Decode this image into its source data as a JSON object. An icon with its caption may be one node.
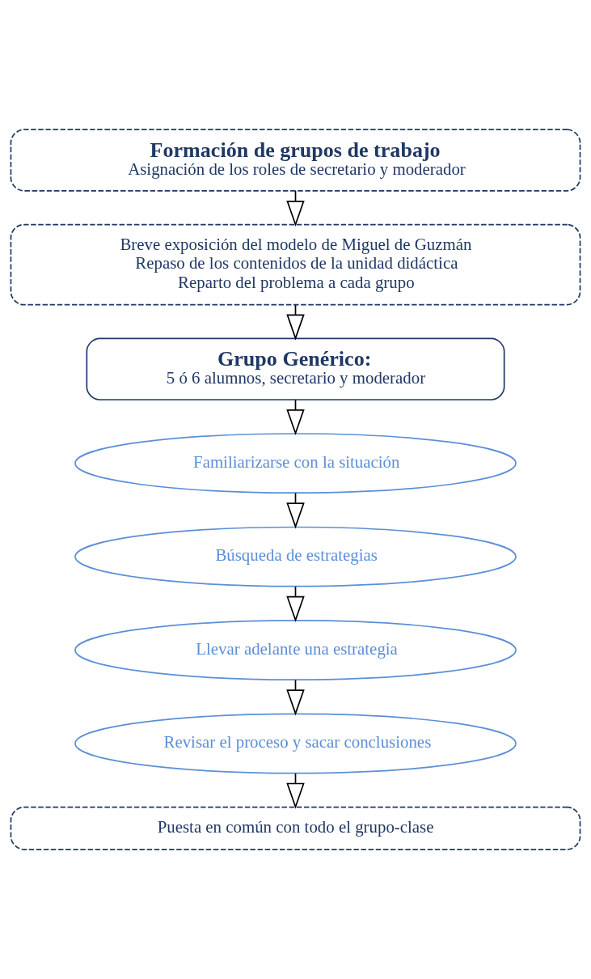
{
  "diagram": {
    "nodes": [
      {
        "text": [
          "Formación de grupos de trabajo",
          "Asignación de los roles de secretario y moderador"
        ]
      },
      {
        "text": [
          "Breve exposición del modelo de Miguel de Guzmán",
          "Repaso de los contenidos de la unidad didáctica",
          "Reparto del problema a cada grupo"
        ]
      },
      {
        "text": [
          "Grupo Genérico:",
          "5 ó 6 alumnos, secretario y moderador"
        ]
      },
      {
        "text": [
          "Familiarizarse con la situación"
        ]
      },
      {
        "text": [
          "Búsqueda de estrategias"
        ]
      },
      {
        "text": [
          "Llevar adelante una estrategia"
        ]
      },
      {
        "text": [
          "Revisar el proceso y sacar conclusiones"
        ]
      },
      {
        "text": [
          "Puesta en común con todo el grupo-clase"
        ]
      }
    ],
    "edges": [
      {
        "from": 0,
        "to": 1,
        "arrow": "to"
      },
      {
        "from": 1,
        "to": 2,
        "arrow": "to"
      },
      {
        "from": 2,
        "to": 3,
        "arrow": "to"
      },
      {
        "from": 3,
        "to": 4,
        "arrow": "to"
      },
      {
        "from": 4,
        "to": 5,
        "arrow": "to"
      },
      {
        "from": 5,
        "to": 6,
        "arrow": "to"
      },
      {
        "from": 6,
        "to": 7,
        "arrow": "to"
      }
    ]
  }
}
